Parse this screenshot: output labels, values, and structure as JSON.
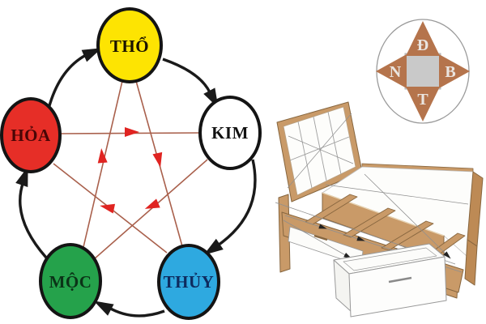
{
  "diagram": {
    "nodes": [
      {
        "id": "tho",
        "label": "THỔ",
        "fill": "#fde402",
        "text_color": "#1a1200"
      },
      {
        "id": "kim",
        "label": "KIM",
        "fill": "#ffffff",
        "text_color": "#111111"
      },
      {
        "id": "hoa",
        "label": "HỎA",
        "fill": "#e62e27",
        "text_color": "#4a0606"
      },
      {
        "id": "moc",
        "label": "MỘC",
        "fill": "#25a24b",
        "text_color": "#0b3317"
      },
      {
        "id": "thuy",
        "label": "THỦY",
        "fill": "#2ea9e0",
        "text_color": "#0e2b5e"
      }
    ],
    "generating_cycle_black_arrows": [
      "HỎA→THỔ",
      "THỔ→KIM",
      "KIM→THỦY",
      "THỦY→MỘC",
      "MỘC→HỎA"
    ],
    "overcoming_cycle_red_arrows": [
      "HỎA→KIM",
      "THỔ→THỦY",
      "KIM→MỘC",
      "THỦY→HỎA",
      "MỘC→THỔ"
    ],
    "colors": {
      "node_border": "#141414",
      "black_arrow": "#1a1a1a",
      "red_line": "#a9604c",
      "red_arrowhead": "#e02421"
    }
  },
  "compass": {
    "letters": {
      "top": "Đ",
      "right": "B",
      "left": "N",
      "bottom": "T"
    },
    "colors": {
      "points": "#b5744c",
      "center_square": "#c9c9c9",
      "letters": "#eae5e0",
      "ring": "#9a9a9a"
    }
  },
  "bed": {
    "colors": {
      "wood": "#c99a68",
      "wood_shade": "#bd8a55",
      "outline": "#87663f",
      "panel": "#fdfdfb",
      "sketch_line": "#8f8f8f"
    }
  }
}
